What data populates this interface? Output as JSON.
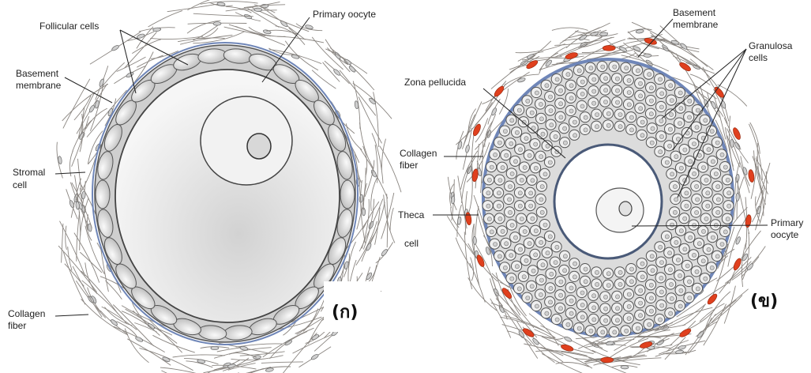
{
  "panel_a": {
    "follicular_cells": "Follicular cells",
    "primary_oocyte": "Primary oocyte",
    "basement_membrane_1": "Basement",
    "basement_membrane_2": "membrane",
    "stromal_cell_1": "Stromal",
    "stromal_cell_2": "cell",
    "collagen_fiber_1": "Collagen",
    "collagen_fiber_2": "fiber",
    "panel_label": "(ก)"
  },
  "panel_b": {
    "basement_membrane_1": "Basement",
    "basement_membrane_2": "membrane",
    "granulosa_cells_1": "Granulosa",
    "granulosa_cells_2": "cells",
    "zona_pellucida": "Zona pellucida",
    "collagen_fiber_1": "Collagen",
    "collagen_fiber_2": "fiber",
    "theca_1": "Theca",
    "theca_2": "cell",
    "primary_oocyte_1": "Primary",
    "primary_oocyte_2": "oocyte",
    "panel_label": "(ข)"
  },
  "colors": {
    "membrane_blue": "#6f86b8",
    "theca_red": "#e0401e",
    "fiber": "#8a8580",
    "cell_fill": "#e6e6e6"
  }
}
